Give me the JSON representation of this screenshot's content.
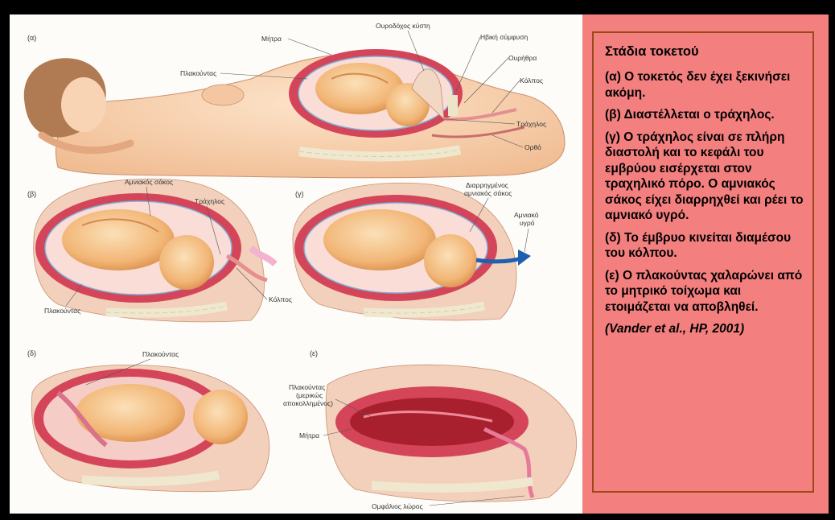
{
  "stages": {
    "title": "Στάδια τοκετού",
    "items": [
      "(α) Ο τοκετός δεν έχει ξεκινήσει ακόμη.",
      "(β) Διαστέλλεται ο τράχηλος.",
      "(γ) Ο τράχηλος είναι σε πλήρη διαστολή και το κεφάλι του εμβρύου εισέρχεται στον τραχηλικό πόρο. Ο αμνιακός σάκος είχει διαρρηχθεί και ρέει το αμνιακό υγρό.",
      "(δ) Το έμβρυο κινείται διαμέσου του κόλπου.",
      "(ε) Ο πλακούντας χαλαρώνει από το μητρικό τοίχωμα και ετοιμάζεται να αποβληθεί."
    ],
    "citation": "(Vander et al., HP, 2001)"
  },
  "panel_a": {
    "tag": "(α)",
    "labels": {
      "mitra": "Μήτρα",
      "plakountas": "Πλακούντας",
      "ourodoxos": "Ουροδόχος κύστη",
      "ivikh": "Ηβική σύμφυση",
      "ourithra": "Ουρήθρα",
      "kolpos": "Κόλπος",
      "traxilos": "Τράχηλος",
      "ortho": "Ορθό"
    }
  },
  "panel_b": {
    "tag": "(β)",
    "labels": {
      "amniakos": "Αμνιακός σάκος",
      "traxilos": "Τράχηλος",
      "kolpos": "Κόλπος",
      "plakountas": "Πλακούντας"
    }
  },
  "panel_g": {
    "tag": "(γ)",
    "labels": {
      "diarrigmenos_1": "Διαρρηγμένος",
      "diarrigmenos_2": "αμνιακός σάκος",
      "amniako_1": "Αμνιακό",
      "amniako_2": "υγρό"
    }
  },
  "panel_d": {
    "tag": "(δ)",
    "labels": {
      "plakountas": "Πλακούντας"
    }
  },
  "panel_e": {
    "tag": "(ε)",
    "labels": {
      "plakountas_1": "Πλακούντας",
      "plakountas_2": "(μερικώς",
      "plakountas_3": "αποκολλημένος)",
      "mitra": "Μήτρα",
      "omfalios": "Ομφάλιος λώρος"
    }
  },
  "colors": {
    "background": "#000000",
    "sidebar": "#f47f7f",
    "border": "#9a4a1a",
    "illustration_bg": "#fdfcf8",
    "skin": "#f6c9a0",
    "uterus": "#d4455a",
    "fetus": "#f3b97a",
    "amniotic_fluid": "#1f5fb0"
  }
}
